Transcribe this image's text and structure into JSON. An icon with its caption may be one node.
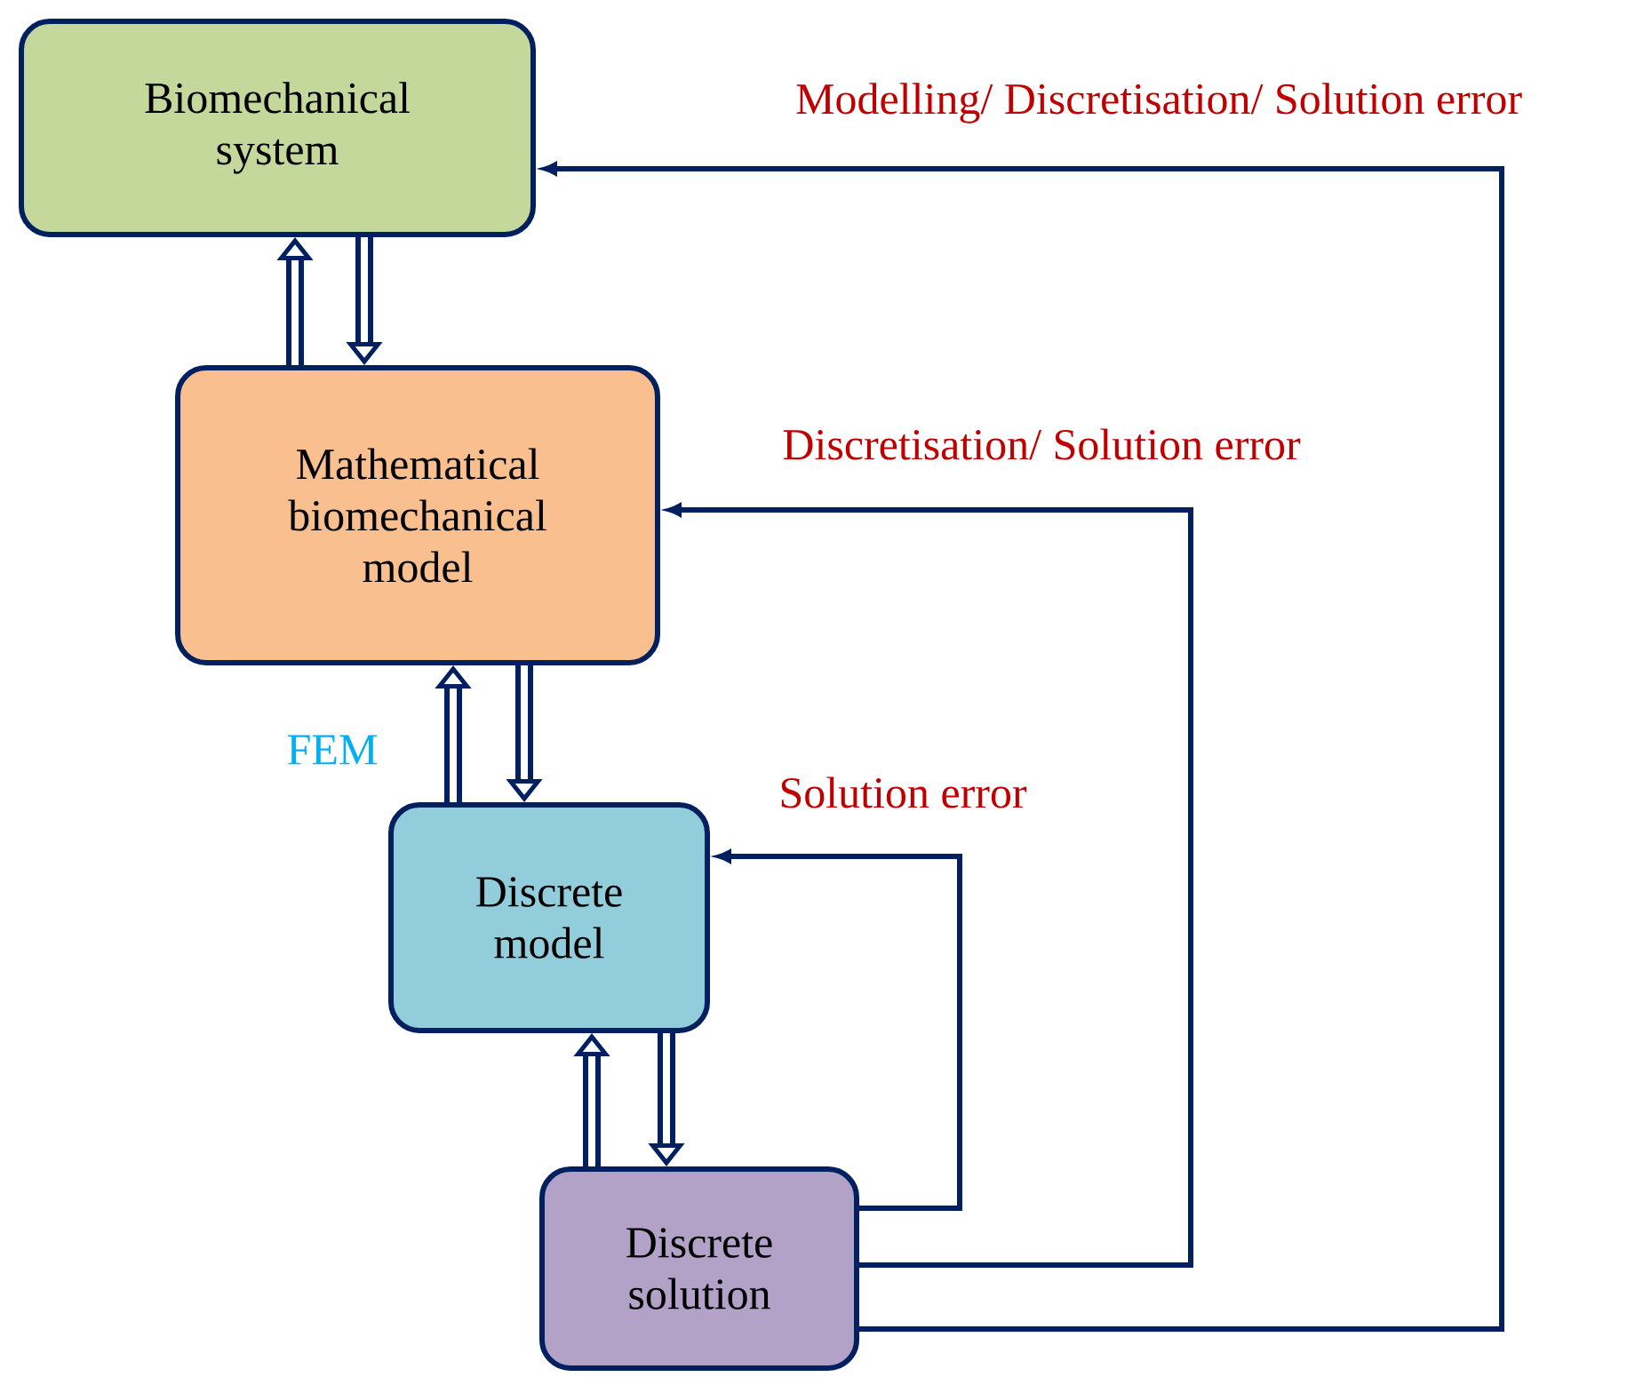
{
  "diagram": {
    "nodes": [
      {
        "text": [
          "Biomechanical system"
        ]
      },
      {
        "text": [
          "Mathematical biomechanical model"
        ]
      },
      {
        "text": [
          "Discrete model"
        ]
      },
      {
        "text": [
          "Discrete solution"
        ]
      }
    ],
    "edges": [
      {
        "from": 1,
        "to": 0,
        "arrow": "to"
      },
      {
        "from": 0,
        "to": 1,
        "arrow": "to"
      },
      {
        "from": 2,
        "to": 1,
        "arrow": "to"
      },
      {
        "from": 1,
        "to": 2,
        "arrow": "to"
      },
      {
        "from": 3,
        "to": 2,
        "arrow": "to"
      },
      {
        "from": 2,
        "to": 3,
        "arrow": "to"
      },
      {
        "from": 3,
        "to": 2,
        "arrow": "to",
        "label": "Solution error"
      },
      {
        "from": 3,
        "to": 1,
        "arrow": "to",
        "label": "Discretisation/ Solution error"
      },
      {
        "from": 3,
        "to": 0,
        "arrow": "to",
        "label": "Modelling/ Discretisation/ Solution error"
      }
    ],
    "labels": [
      "FEM"
    ]
  }
}
